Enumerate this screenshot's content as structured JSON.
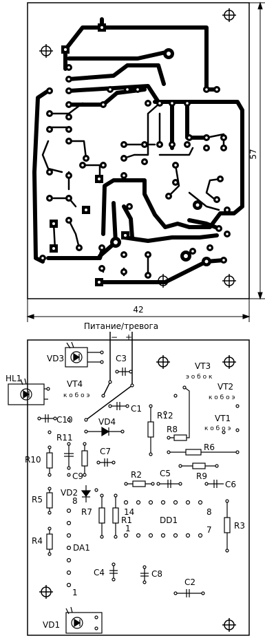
{
  "dimensions": {
    "width": "42",
    "height": "57"
  },
  "connector": {
    "title": "Питание/тревога",
    "minus": "−",
    "plus": "+"
  },
  "components": {
    "vd1": "VD1",
    "vd2": "VD2",
    "vd3": "VD3",
    "vd4": "VD4",
    "hl1": "HL1",
    "c1": "C1",
    "c2": "C2",
    "c3": "C3",
    "c4": "C4",
    "c5": "C5",
    "c6": "C6",
    "c7": "C7",
    "c8": "C8",
    "c9": "C9",
    "c10": "C10",
    "r1": "R1",
    "r2": "R2",
    "r3": "R3",
    "r4": "R4",
    "r5": "R5",
    "r6": "R6",
    "r7": "R7",
    "r8": "R8",
    "r9": "R9",
    "r10": "R10",
    "r11": "R11",
    "r12": "R12",
    "vt1": "VT1",
    "vt2": "VT2",
    "vt3": "VT3",
    "vt4": "VT4",
    "dd1": "DD1",
    "da1": "DA1"
  },
  "pins": {
    "dd1_pin14": "14",
    "dd1_pin1": "1",
    "dd1_pin8": "8",
    "dd1_pin7": "7",
    "da1_pin8": "8",
    "da1_pin1": "1"
  },
  "transistor_pins": {
    "vt1": "к о б о э",
    "vt2": "к о б о э",
    "vt3": "э о б о к",
    "vt4": "к о б о э"
  }
}
